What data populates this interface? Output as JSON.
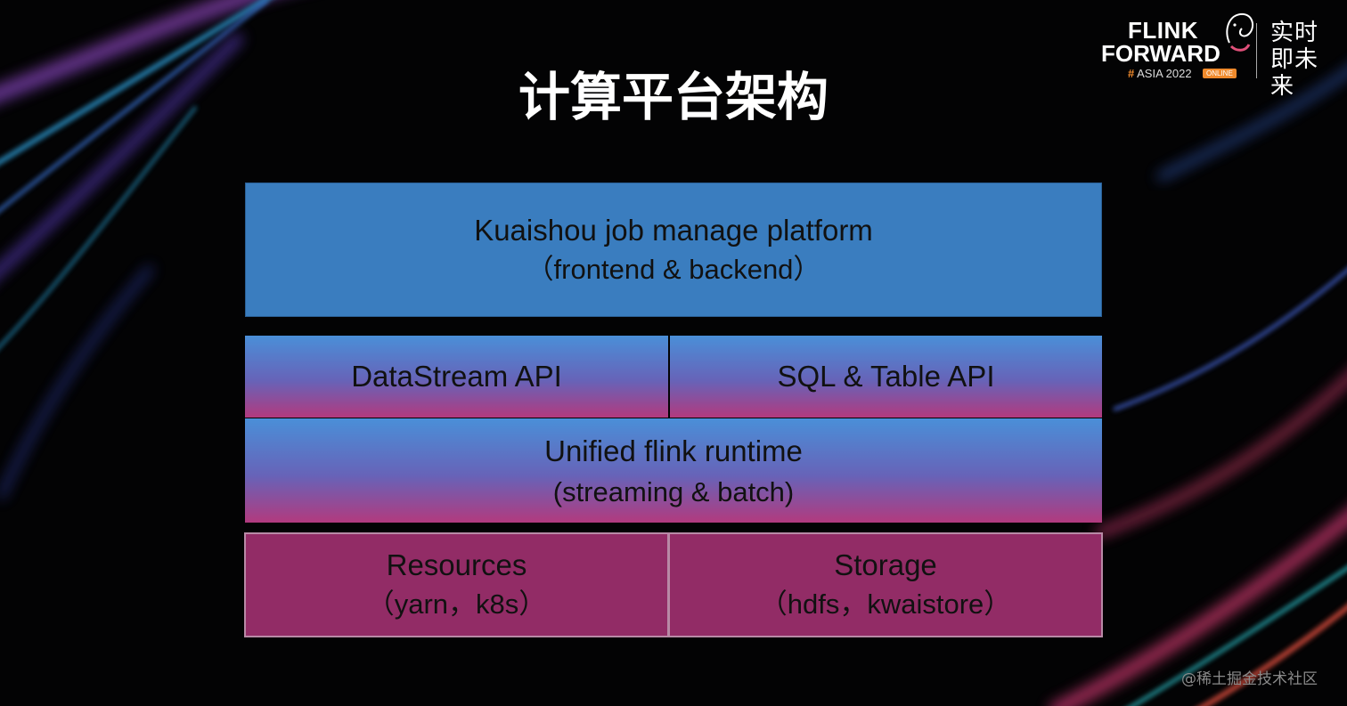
{
  "slide": {
    "title": "计算平台架构"
  },
  "logo": {
    "line1": "FLINK",
    "line2": "FORWARD",
    "hash": "#",
    "event": "ASIA 2022",
    "badge": "ONLINE",
    "slogan": "实时即未来"
  },
  "diagram": {
    "platform": {
      "line1": "Kuaishou job manage platform",
      "line2": "（frontend & backend）"
    },
    "datastream_api": {
      "label": "DataStream API"
    },
    "sql_table_api": {
      "label": "SQL & Table API"
    },
    "runtime": {
      "line1": "Unified flink runtime",
      "line2": "(streaming & batch)"
    },
    "resources": {
      "line1": "Resources",
      "line2": "（yarn，k8s）"
    },
    "storage": {
      "line1": "Storage",
      "line2": "（hdfs，kwaistore）"
    }
  },
  "colors": {
    "background": "#030304",
    "platform_block": "#3a7dbf",
    "gradient_top": "#4a8fd8",
    "gradient_bottom": "#b23a7e",
    "infra_block": "#922c66",
    "accent_orange": "#f08a2c"
  },
  "watermark": {
    "text": "@稀土掘金技术社区"
  }
}
